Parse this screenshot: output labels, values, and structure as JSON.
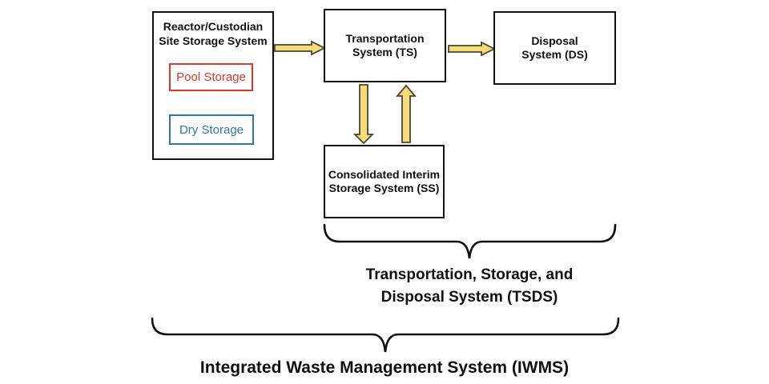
{
  "title": "Integrated Waste Management System diagram",
  "colors": {
    "ink": "#111111",
    "arrow-fill": "#F5DC7A",
    "arrow-stroke": "#4A4530",
    "pool-red": "#D63B2F",
    "dry-blue": "#2E74B5",
    "bg": "#FFFFFF"
  },
  "boxes": {
    "reactor": {
      "lines": [
        "Reactor/Custodian",
        "Site Storage System"
      ]
    },
    "pool": {
      "label": "Pool Storage"
    },
    "dry": {
      "label": "Dry Storage"
    },
    "transportation": {
      "lines": [
        "Transportation",
        "System (TS)"
      ]
    },
    "disposal": {
      "lines": [
        "Disposal",
        "System (DS)"
      ]
    },
    "storage": {
      "lines": [
        "Consolidated Interim",
        "Storage System (SS)"
      ]
    }
  },
  "labels": {
    "tsds": {
      "lines": [
        "Transportation, Storage, and",
        "Disposal System (TSDS)"
      ]
    },
    "iwms": "Integrated Waste Management System (IWMS)"
  },
  "connectors": [
    {
      "from": "reactor",
      "to": "transportation",
      "type": "block-arrow-right"
    },
    {
      "from": "transportation",
      "to": "disposal",
      "type": "block-arrow-right"
    },
    {
      "from": "transportation",
      "to": "storage",
      "type": "block-arrow-down"
    },
    {
      "from": "storage",
      "to": "transportation",
      "type": "block-arrow-up"
    },
    {
      "from": "pool",
      "to": "dry",
      "type": "thin-arrow-down"
    }
  ],
  "groups": [
    {
      "name": "TSDS",
      "members": [
        "transportation",
        "storage",
        "disposal"
      ]
    },
    {
      "name": "IWMS",
      "members": [
        "reactor",
        "transportation",
        "storage",
        "disposal"
      ]
    }
  ]
}
